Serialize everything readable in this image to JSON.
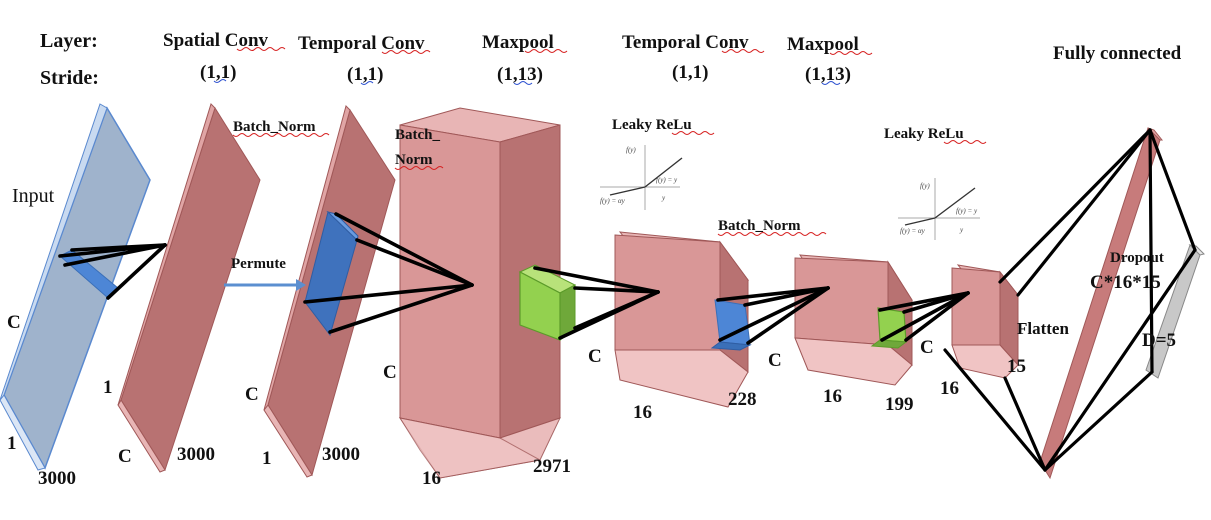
{
  "header": {
    "layer_label": "Layer:",
    "stride_label": "Stride:"
  },
  "layers": [
    {
      "name": "Spatial Conv",
      "stride": "(1,1)"
    },
    {
      "name": "Temporal Conv",
      "stride": "(1,1)"
    },
    {
      "name": "Maxpool",
      "stride": "(1,13)"
    },
    {
      "name": "Temporal Conv",
      "stride": "(1,1)"
    },
    {
      "name": "Maxpool",
      "stride": "(1,13)"
    },
    {
      "name": "Fully connected",
      "stride": ""
    }
  ],
  "ops": {
    "input": "Input",
    "batch_norm_1": "Batch_Norm",
    "batch_norm_2a": "Batch_",
    "batch_norm_2b": "Norm",
    "batch_norm_3": "Batch_Norm",
    "permute": "Permute",
    "leaky_relu_1": "Leaky ReLu",
    "leaky_relu_2": "Leaky ReLu",
    "flatten": "Flatten",
    "dropout": "Dropout",
    "fc_in": "C*16*15",
    "fc_out": "D=5"
  },
  "dims": {
    "input_c": "C",
    "input_1": "1",
    "input_3000": "3000",
    "spatial_1": "1",
    "spatial_c": "C",
    "spatial_3000": "3000",
    "temporal_c": "C",
    "temporal_1": "1",
    "temporal_3000": "3000",
    "pool1_c": "C",
    "pool1_16": "16",
    "pool1_2971": "2971",
    "conv2_c": "C",
    "conv2_16": "16",
    "conv2_228": "228",
    "pool2_c": "C",
    "pool2_16": "16",
    "pool2_199": "199",
    "flat_c": "C",
    "flat_16": "16",
    "flat_15": "15"
  },
  "relu_graph": {
    "y_label": "f(y)",
    "pos_label": "f(y) = y",
    "neg_label": "f(y) = αy",
    "x_label": "y"
  },
  "colors": {
    "slab_front": "#d99797",
    "slab_side": "#b87272",
    "slab_top": "#e8b5b5",
    "input_fill": "#9fb3cc",
    "input_edge": "#4f7fc9",
    "kernel_blue": "#4d86d6",
    "kernel_green": "#93d14f",
    "arrow_blue": "#5b8fd0",
    "dropout_gray": "#c8c8c8"
  }
}
